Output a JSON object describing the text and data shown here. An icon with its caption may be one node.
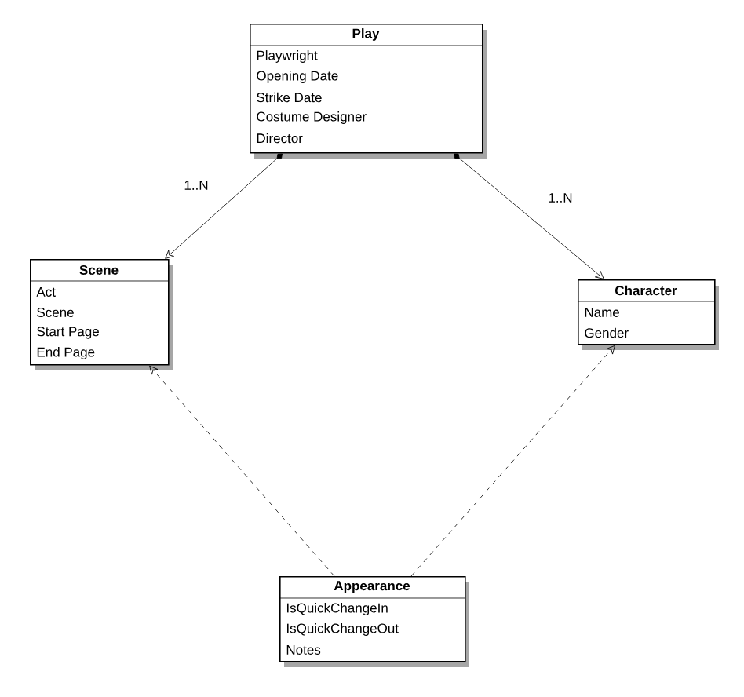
{
  "diagram": {
    "nodes": [
      {
        "text": [
          "Play",
          "Playwright",
          "Opening Date",
          "Strike Date",
          "Costume Designer",
          "Director"
        ]
      },
      {
        "text": [
          "Scene",
          "Act",
          "Scene",
          "Start Page",
          "End Page"
        ]
      },
      {
        "text": [
          "Character",
          "Name",
          "Gender"
        ]
      },
      {
        "text": [
          "Appearance",
          "IsQuickChangeIn",
          "IsQuickChangeOut",
          "Notes"
        ]
      }
    ],
    "edges": [
      {
        "from": 0,
        "to": 1,
        "arrow": "to",
        "label": "1..N"
      },
      {
        "from": 0,
        "to": 2,
        "arrow": "to",
        "label": "1..N"
      },
      {
        "from": 3,
        "to": 1,
        "arrow": "to",
        "style": "dashed"
      },
      {
        "from": 3,
        "to": 2,
        "arrow": "to",
        "style": "dashed"
      }
    ]
  }
}
